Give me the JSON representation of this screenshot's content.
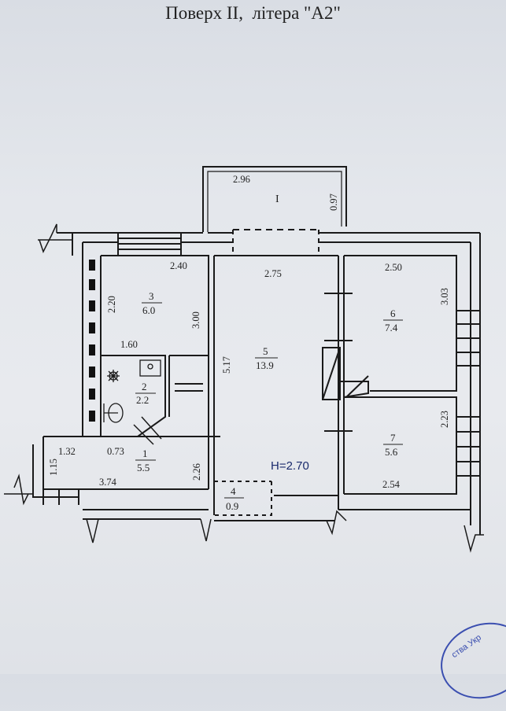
{
  "title": "Поверх II,  літера \"А2\"",
  "height_label": "H=2.70",
  "balcony": {
    "roman": "I",
    "width": "2.96",
    "depth": "0.97"
  },
  "rooms": [
    {
      "num": "1",
      "area": "5.5"
    },
    {
      "num": "2",
      "area": "2.2"
    },
    {
      "num": "3",
      "area": "6.0"
    },
    {
      "num": "4",
      "area": "0.9"
    },
    {
      "num": "5",
      "area": "13.9"
    },
    {
      "num": "6",
      "area": "7.4"
    },
    {
      "num": "7",
      "area": "5.6"
    }
  ],
  "dims": {
    "r3_top": "2.40",
    "r3_left": "2.20",
    "r3_right": "3.00",
    "r2_top": "1.60",
    "r1_a": "1.32",
    "r1_b": "0.73",
    "r1_left": "1.15",
    "r1_right": "2.26",
    "r1_bottom": "3.74",
    "r5_top": "2.75",
    "r5_left": "5.17",
    "r6_top": "2.50",
    "r6_right": "3.03",
    "r7_right": "2.23",
    "r7_bottom": "2.54"
  },
  "stamp_text": "ства Укр"
}
